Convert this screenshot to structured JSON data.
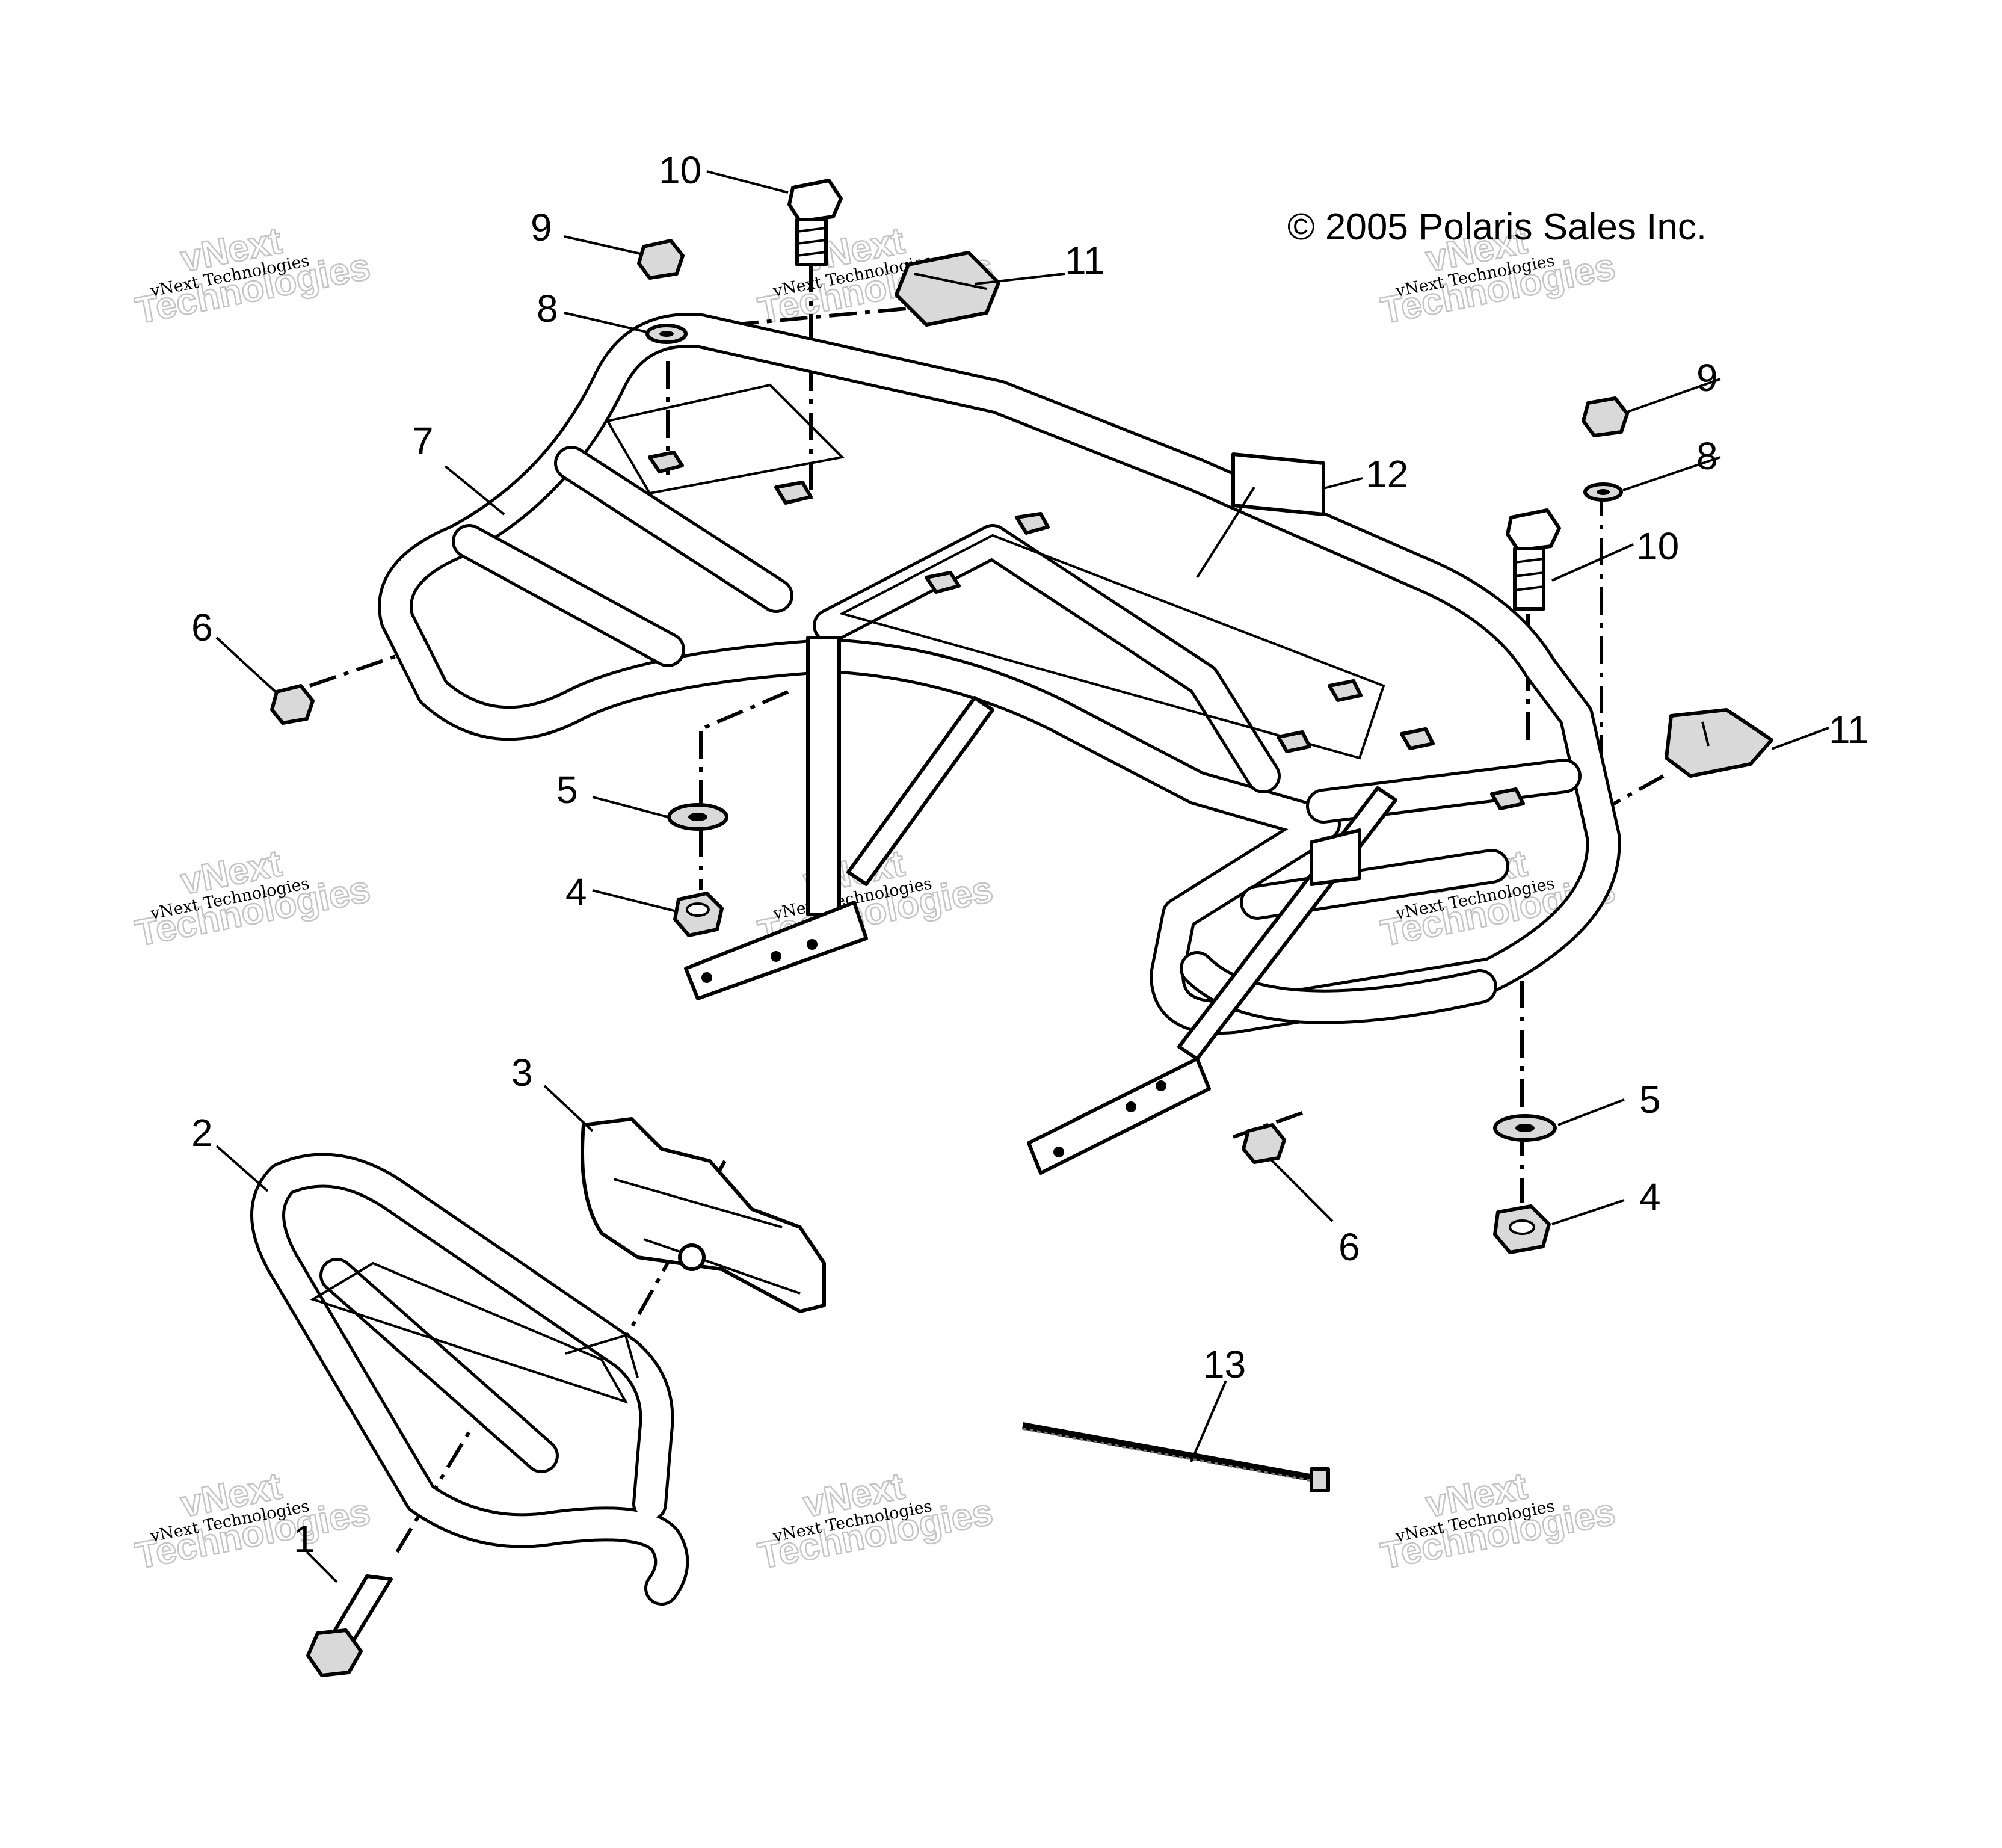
{
  "copyright": "© 2005 Polaris Sales Inc.",
  "watermark": {
    "line1": "vNext Technologies",
    "line2": "vNext",
    "line3": "Technologies"
  },
  "callouts": [
    {
      "id": "c-1",
      "label": "1"
    },
    {
      "id": "c-2",
      "label": "2"
    },
    {
      "id": "c-3",
      "label": "3"
    },
    {
      "id": "c-4a",
      "label": "4"
    },
    {
      "id": "c-4b",
      "label": "4"
    },
    {
      "id": "c-5a",
      "label": "5"
    },
    {
      "id": "c-5b",
      "label": "5"
    },
    {
      "id": "c-6a",
      "label": "6"
    },
    {
      "id": "c-6b",
      "label": "6"
    },
    {
      "id": "c-7",
      "label": "7"
    },
    {
      "id": "c-8a",
      "label": "8"
    },
    {
      "id": "c-8b",
      "label": "8"
    },
    {
      "id": "c-9a",
      "label": "9"
    },
    {
      "id": "c-9b",
      "label": "9"
    },
    {
      "id": "c-10a",
      "label": "10"
    },
    {
      "id": "c-10b",
      "label": "10"
    },
    {
      "id": "c-11a",
      "label": "11"
    },
    {
      "id": "c-11b",
      "label": "11"
    },
    {
      "id": "c-12",
      "label": "12"
    },
    {
      "id": "c-13",
      "label": "13"
    }
  ]
}
